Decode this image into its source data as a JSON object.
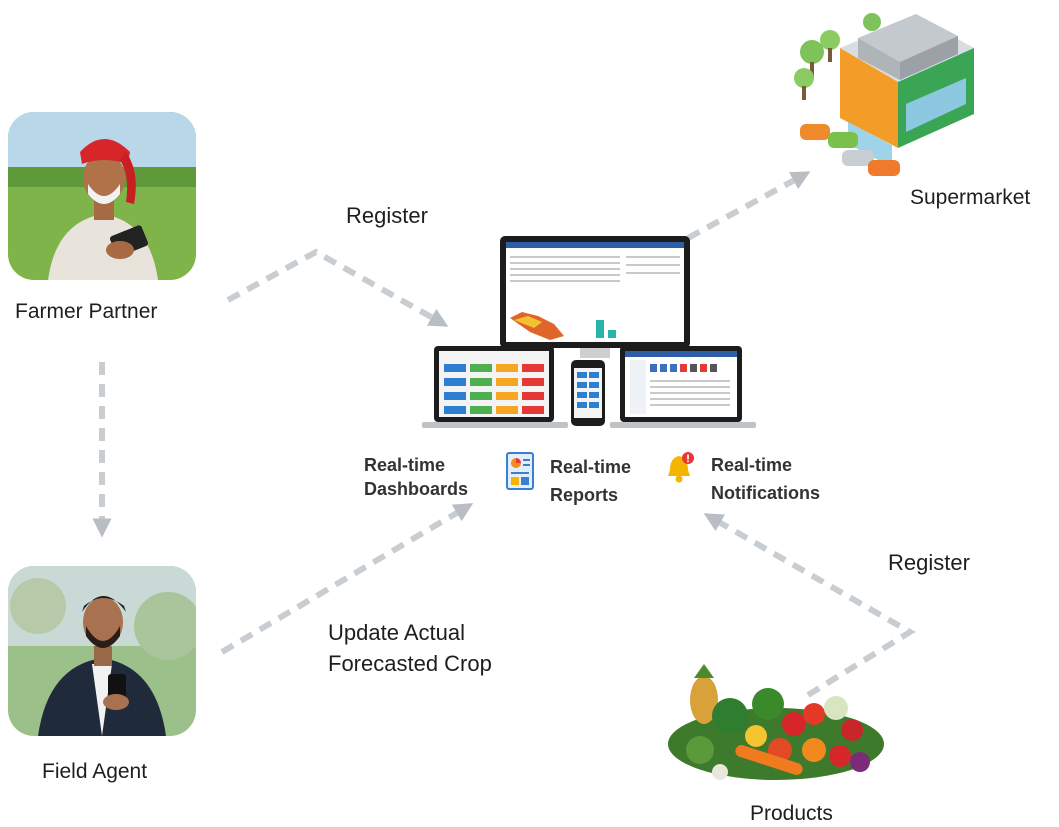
{
  "actors": {
    "farmer": {
      "label": "Farmer Partner"
    },
    "field_agent": {
      "label": "Field Agent"
    },
    "supermarket": {
      "label": "Supermarket"
    },
    "products": {
      "label": "Products"
    }
  },
  "edges": {
    "farmer_to_platform": {
      "label": "Register"
    },
    "products_to_platform": {
      "label": "Register"
    },
    "agent_to_platform": {
      "label_line1": "Update Actual",
      "label_line2": "Forecasted Crop"
    }
  },
  "features": [
    {
      "line1": "Real-time",
      "line2": "Dashboards",
      "icon": "dashboard-icon"
    },
    {
      "line1": "Real-time",
      "line2": "Reports",
      "icon": "report-icon"
    },
    {
      "line1": "Real-time",
      "line2": "Notifications",
      "icon": "bell-icon"
    }
  ],
  "colors": {
    "arrow": "#c8cdd2",
    "notification_badge": "#e53935",
    "bell": "#f5b400"
  }
}
